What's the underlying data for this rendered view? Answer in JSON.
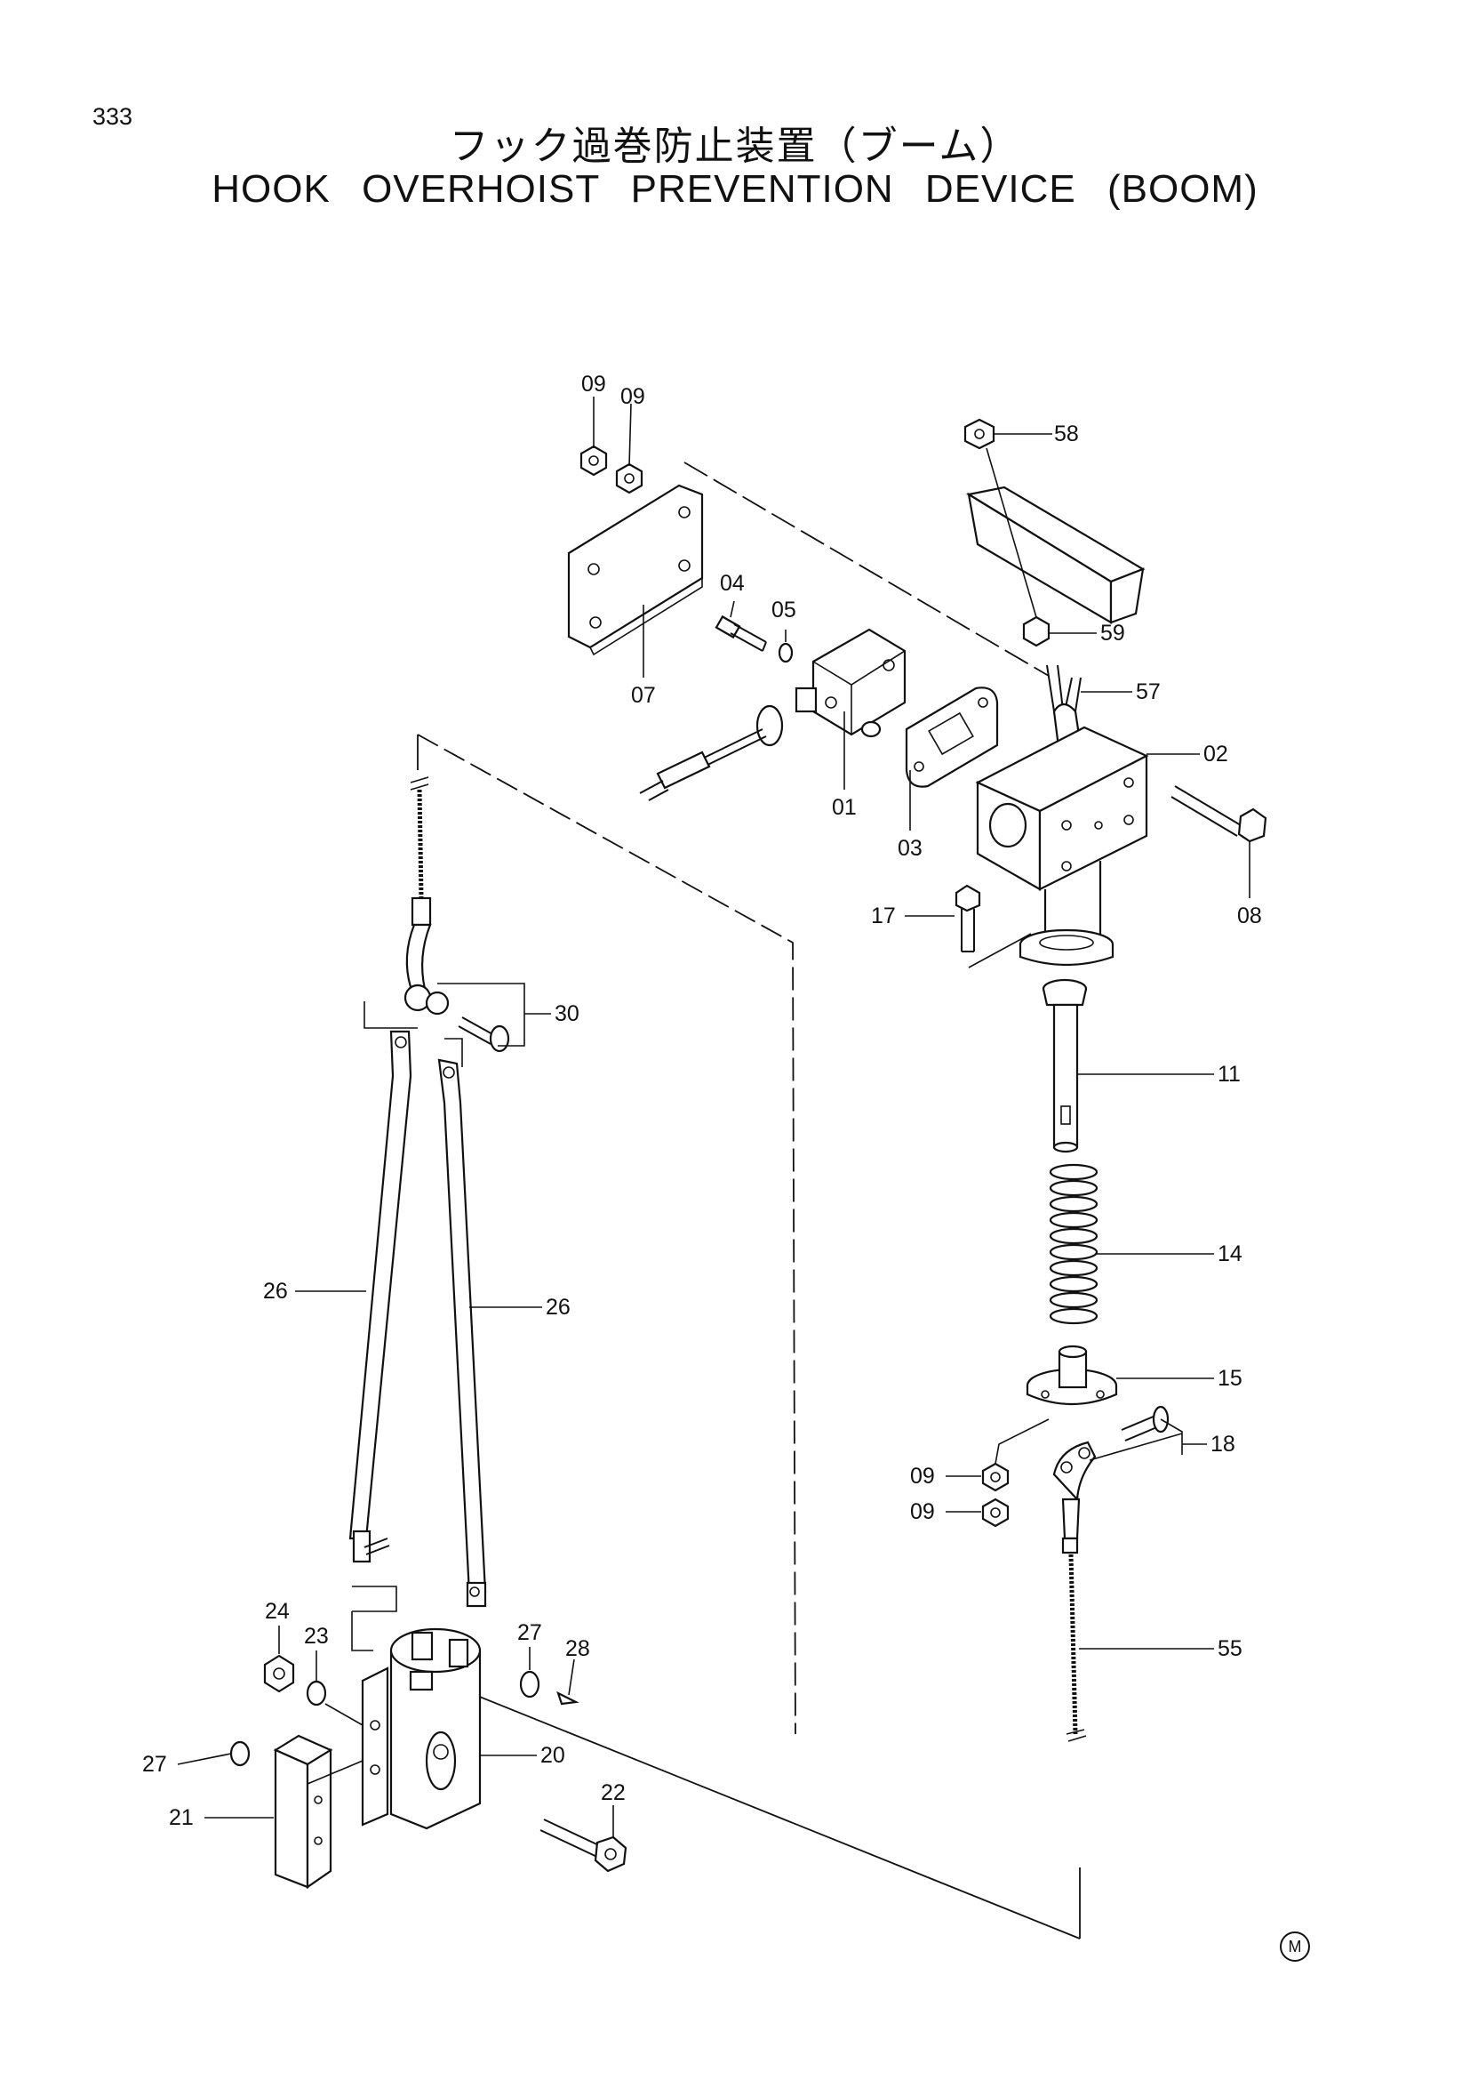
{
  "page_number": "333",
  "title_jp": "フック過巻防止装置（ブーム）",
  "title_en": "HOOK OVERHOIST PREVENTION DEVICE (BOOM)",
  "mark": "M",
  "callouts": {
    "c0909a": "09",
    "c0909b": "09",
    "c58": "58",
    "c04": "04",
    "c05": "05",
    "c07": "07",
    "c59": "59",
    "c57": "57",
    "c02": "02",
    "c01": "01",
    "c03": "03",
    "c08": "08",
    "c17": "17",
    "c30": "30",
    "c11": "11",
    "c14": "14",
    "c26a": "26",
    "c26b": "26",
    "c15": "15",
    "c18": "18",
    "c09c": "09",
    "c09d": "09",
    "c24": "24",
    "c23": "23",
    "c27a": "27",
    "c28": "28",
    "c55": "55",
    "c27b": "27",
    "c20": "20",
    "c22": "22",
    "c21": "21"
  }
}
